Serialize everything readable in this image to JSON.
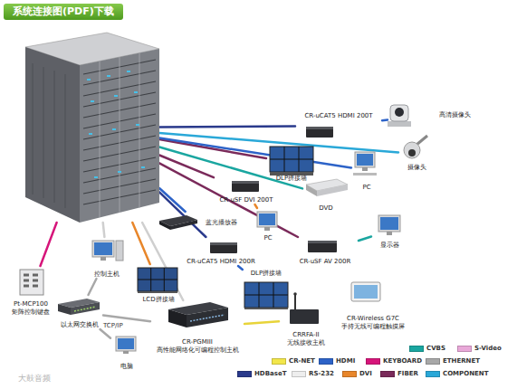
{
  "diagram": {
    "title": "系统连接图(PDF)下载",
    "nodes": [
      {
        "text": []
      },
      {
        "text": [
          "CR-uCAT5 HDMI 200T"
        ]
      },
      {
        "text": [
          "高清摄像头"
        ]
      },
      {
        "text": [
          "摄像头"
        ]
      },
      {
        "text": [
          "DLP拼接墙"
        ]
      },
      {
        "text": [
          "PC"
        ]
      },
      {
        "text": [
          "DVD"
        ]
      },
      {
        "text": [
          "CR-uSF DVI 200T"
        ]
      },
      {
        "text": [
          "PC"
        ]
      },
      {
        "text": [
          "蓝光播放器"
        ]
      },
      {
        "text": [
          "CR-uCAT5 HDMI 200R"
        ]
      },
      {
        "text": [
          "CR-uSF AV 200R"
        ]
      },
      {
        "text": [
          "显示器"
        ]
      },
      {
        "text": [
          "控制主机"
        ]
      },
      {
        "text": [
          "LCD拼接墙"
        ]
      },
      {
        "text": [
          "DLP拼接墙"
        ]
      },
      {
        "text": [
          "CR-Wireless G7C",
          "手持无线可编程触摸屏"
        ]
      },
      {
        "text": [
          "Pt-MCP100",
          "矩阵控制键盘"
        ]
      },
      {
        "text": [
          "以太网交换机"
        ]
      },
      {
        "text": [
          "电脑"
        ]
      },
      {
        "text": [
          "CR-PGMIII",
          "高性能网络化可编程控制主机"
        ]
      },
      {
        "text": [
          "CRRFA-II",
          "无线接收主机"
        ]
      }
    ],
    "edges": [
      {
        "from": 0,
        "to": 1,
        "arrow": "none"
      },
      {
        "from": 1,
        "to": 2,
        "arrow": "none"
      },
      {
        "from": 0,
        "to": 3,
        "arrow": "none"
      },
      {
        "from": 0,
        "to": 4,
        "arrow": "none"
      },
      {
        "from": 0,
        "to": 5,
        "arrow": "none"
      },
      {
        "from": 0,
        "to": 6,
        "arrow": "none"
      },
      {
        "from": 0,
        "to": 7,
        "arrow": "none"
      },
      {
        "from": 7,
        "to": 8,
        "arrow": "none"
      },
      {
        "from": 0,
        "to": 9,
        "arrow": "none"
      },
      {
        "from": 0,
        "to": 10,
        "arrow": "none"
      },
      {
        "from": 10,
        "to": 15,
        "arrow": "none"
      },
      {
        "from": 0,
        "to": 11,
        "arrow": "none"
      },
      {
        "from": 11,
        "to": 12,
        "arrow": "none"
      },
      {
        "from": 0,
        "to": 13,
        "arrow": "none"
      },
      {
        "from": 0,
        "to": 14,
        "arrow": "none"
      },
      {
        "from": 0,
        "to": 17,
        "arrow": "none"
      },
      {
        "from": 0,
        "to": 20,
        "arrow": "none"
      },
      {
        "from": 18,
        "to": 13,
        "arrow": "none"
      },
      {
        "from": 18,
        "to": 19,
        "arrow": "none"
      },
      {
        "from": 18,
        "to": 20,
        "arrow": "none"
      },
      {
        "from": 20,
        "to": 21,
        "arrow": "none"
      }
    ],
    "labels": [
      "TCP/IP",
      "大鼓音频"
    ],
    "legend": [
      {
        "text": "CVBS",
        "color": "#1aa6a0"
      },
      {
        "text": "S-Video",
        "color": "#e8a8d8"
      },
      {
        "text": "CR-NET",
        "color": "#f2e64a"
      },
      {
        "text": "HDMI",
        "color": "#2d63c8"
      },
      {
        "text": "KEYBOARD",
        "color": "#d6157a"
      },
      {
        "text": "ETHERNET",
        "color": "#a8a8a8"
      },
      {
        "text": "HDBaseT",
        "color": "#2a3a8c"
      },
      {
        "text": "RS-232",
        "color": "#eeeeee"
      },
      {
        "text": "DVI",
        "color": "#e8862a"
      },
      {
        "text": "FIBER",
        "color": "#7a2a5a"
      },
      {
        "text": "COMPONENT",
        "color": "#2aa8d8"
      }
    ]
  }
}
